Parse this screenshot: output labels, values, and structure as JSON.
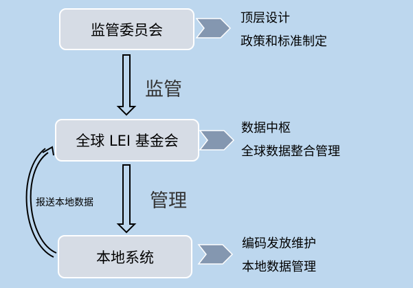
{
  "nodes": [
    {
      "label": "监管委员会",
      "notes": [
        "顶层设计",
        "政策和标准制定"
      ]
    },
    {
      "label": "全球 LEI 基金会",
      "notes": [
        "数据中枢",
        "全球数据整合管理"
      ]
    },
    {
      "label": "本地系统",
      "notes": [
        "编码发放维护",
        "本地数据管理"
      ]
    }
  ],
  "edges": {
    "supervise": "监管",
    "manage": "管理",
    "report": "报送本地数据"
  },
  "colors": {
    "background": "#bdd7ee",
    "box_fill": "#d6dce5",
    "chevron_fill": "#8497b0"
  }
}
